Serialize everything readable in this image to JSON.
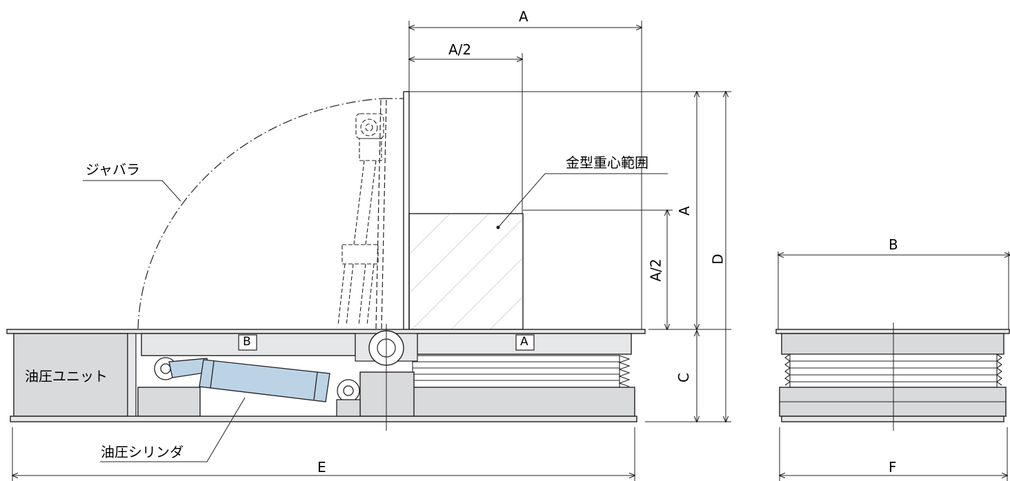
{
  "dimensions": {
    "A_top": "A",
    "A_half_top": "A/2",
    "A_side": "A",
    "A_half_side": "A/2",
    "B": "B",
    "C": "C",
    "D": "D",
    "E": "E",
    "F": "F"
  },
  "callouts": {
    "bellows": "ジャバラ",
    "die_cog_range": "金型重心範囲",
    "hydraulic_unit": "油圧ユニット",
    "hydraulic_cylinder": "油圧シリンダ"
  },
  "plate_markers": {
    "left": "B",
    "right": "A"
  },
  "colors": {
    "line": "#231f20",
    "panel_fill": "#d9dadb",
    "plate_fill": "#e6e7e8",
    "cylinder_fill": "#bcd3e6"
  }
}
